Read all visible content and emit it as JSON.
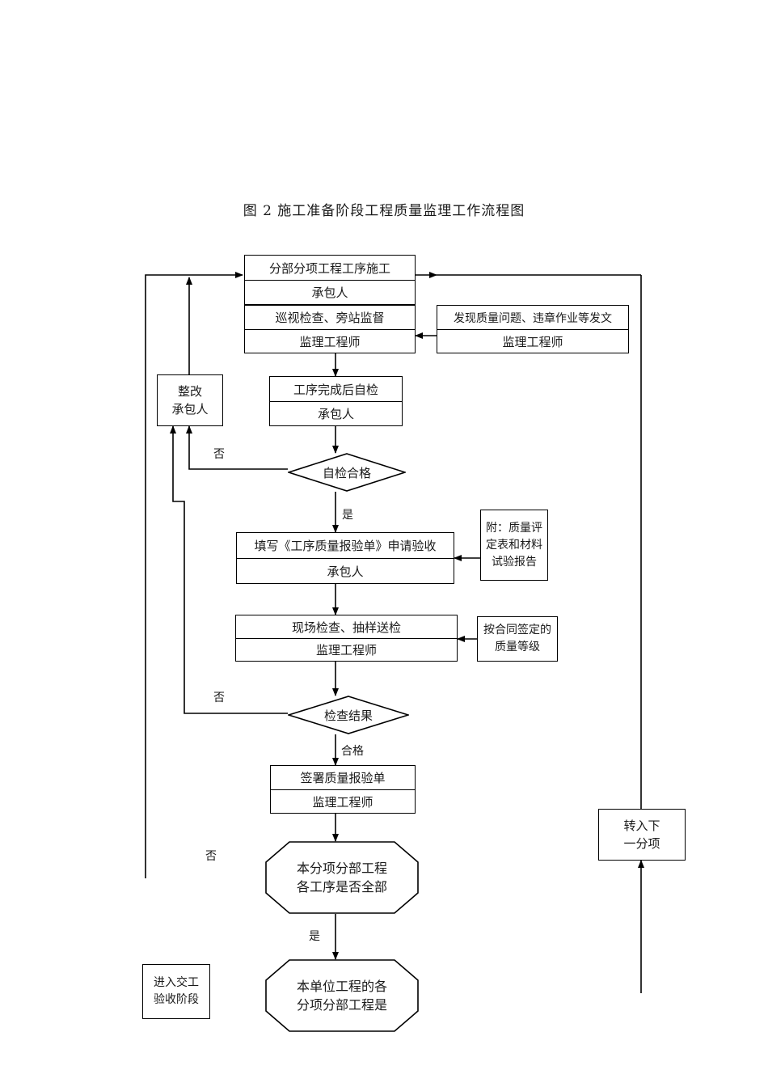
{
  "title": "图 2  施工准备阶段工程质量监理工作流程图",
  "nodes": {
    "construction": {
      "line1": "分部分项工程工序施工",
      "line2": "承包人"
    },
    "inspection": {
      "line1": "巡视检查、旁站监督",
      "line2": "监理工程师"
    },
    "issue_doc": {
      "line1": "发现质量问题、违章作业等发文",
      "line2": "监理工程师"
    },
    "rectify": {
      "line1": "整改",
      "line2": "承包人"
    },
    "self_check": {
      "line1": "工序完成后自检",
      "line2": "承包人"
    },
    "decision_self": {
      "label": "自检合格"
    },
    "apply_form": {
      "line1": "填写《工序质量报验单》申请验收",
      "line2": "承包人"
    },
    "attachment": {
      "line1": "附：质量评",
      "line2": "定表和材料",
      "line3": "试验报告"
    },
    "site_check": {
      "line1": "现场检查、抽样送检",
      "line2": "监理工程师"
    },
    "quality_grade": {
      "line1": "按合同签定的",
      "line2": "质量等级"
    },
    "decision_result": {
      "label": "检查结果"
    },
    "sign_form": {
      "line1": "签署质量报验单",
      "line2": "监理工程师"
    },
    "octagon_sub": {
      "line1": "本分项分部工程",
      "line2": "各工序是否全部"
    },
    "octagon_unit": {
      "line1": "本单位工程的各",
      "line2": "分项分部工程是"
    },
    "next_sub": {
      "line1": "转入下",
      "line2": "一分项"
    },
    "handover": {
      "line1": "进入交工",
      "line2": "验收阶段"
    }
  },
  "edge_labels": {
    "no_self_check": "否",
    "yes_self_check": "是",
    "no_result": "否",
    "pass_result": "合格",
    "no_octagon": "否",
    "yes_octagon": "是"
  },
  "colors": {
    "stroke": "#000000",
    "text": "#1a1a1a",
    "background": "#ffffff"
  }
}
